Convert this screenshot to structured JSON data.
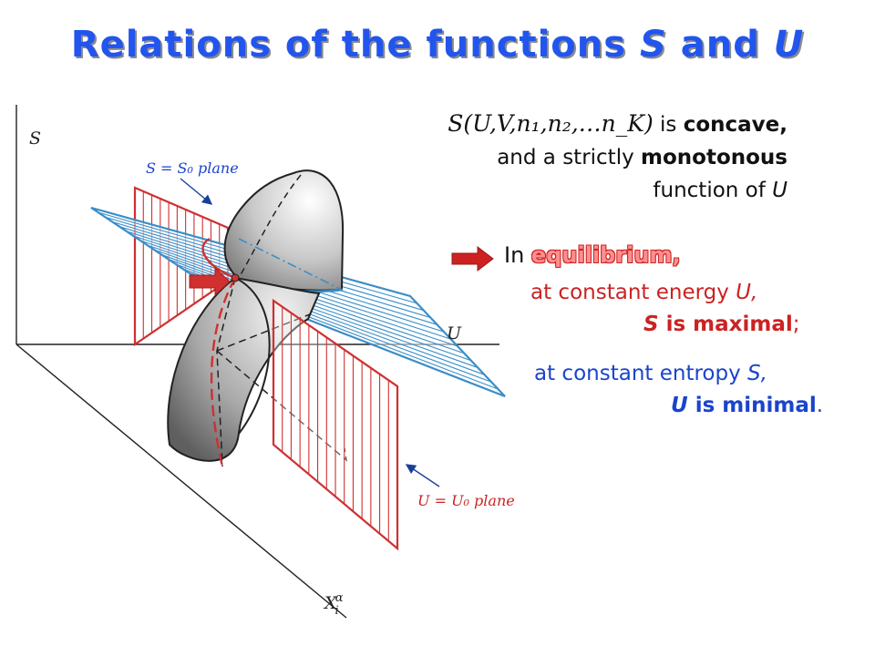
{
  "title": {
    "prefix": "Relations of the functions ",
    "s": "S",
    "and": " and ",
    "u": "U"
  },
  "diagram": {
    "axis_s": "S",
    "axis_u": "U",
    "axis_x": "X_i^α",
    "label_s_plane": "S = S₀ plane",
    "label_u_plane": "U = U₀ plane"
  },
  "statement": {
    "formula": "S(U,V,n₁,n₂,…n_K)",
    "is": " is ",
    "concave": "concave,",
    "line2_prefix": "and a strictly ",
    "monotonous": "monotonous",
    "line3": "function of ",
    "line3_var": "U"
  },
  "equilibrium": {
    "in": "In ",
    "word": "equilibrium,",
    "energy_line": "at constant energy ",
    "energy_var": "U,",
    "s_max_var": "S",
    "s_max_text": " is maximal",
    "s_max_punct": ";",
    "entropy_line": "at constant entropy ",
    "entropy_var": "S,",
    "u_min_var": "U",
    "u_min_text": " is minimal",
    "u_min_punct": "."
  },
  "colors": {
    "title": "#2255ee",
    "red": "#cc2222",
    "blue": "#1a44cc",
    "plane_blue": "#3a8ec8",
    "plane_red": "#d03030"
  }
}
